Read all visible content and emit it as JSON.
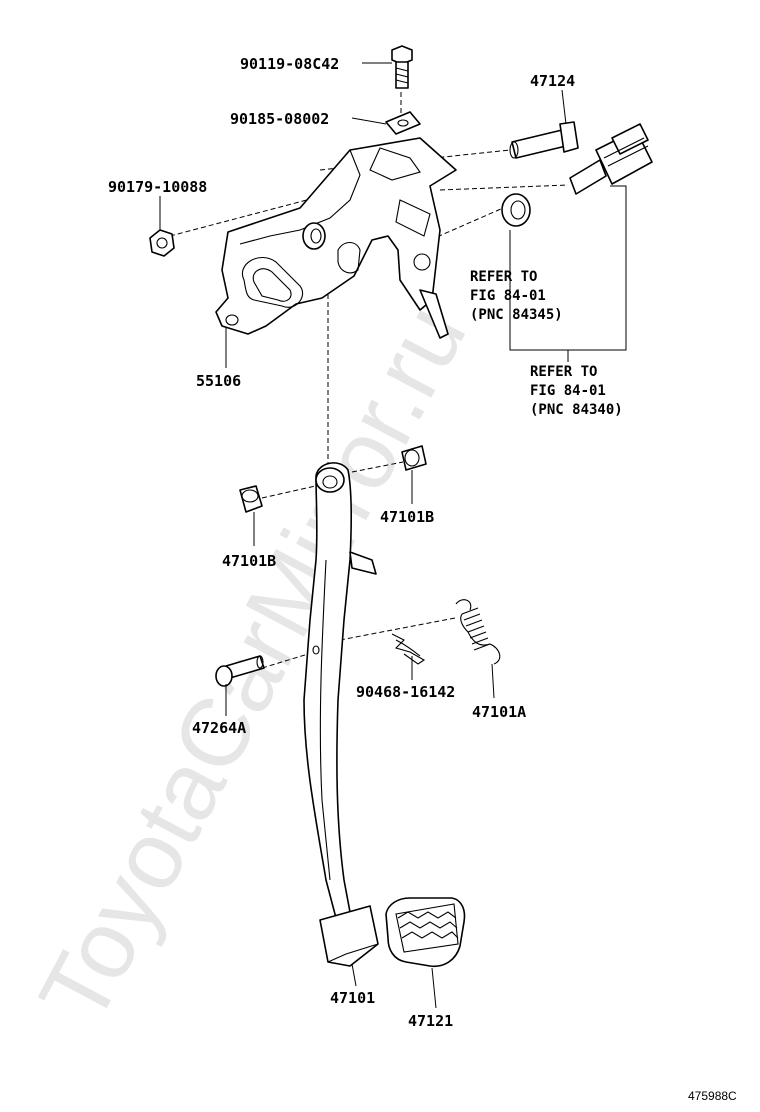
{
  "watermark": "ToyotaCarMirror.ru",
  "parts": {
    "bolt": "90119-08C42",
    "washer": "90185-08002",
    "pin_top": "47124",
    "nut": "90179-10088",
    "support": "55106",
    "bushing_right": "47101B",
    "bushing_left": "47101B",
    "clevis_pin": "47264A",
    "clip": "90468-16142",
    "spring": "47101A",
    "pedal": "47101",
    "pad": "47121"
  },
  "notes": {
    "ref1": [
      "REFER TO",
      "FIG 84-01",
      "(PNC 84345)"
    ],
    "ref2": [
      "REFER TO",
      "FIG 84-01",
      "(PNC 84340)"
    ]
  },
  "figure_id": "475988C"
}
